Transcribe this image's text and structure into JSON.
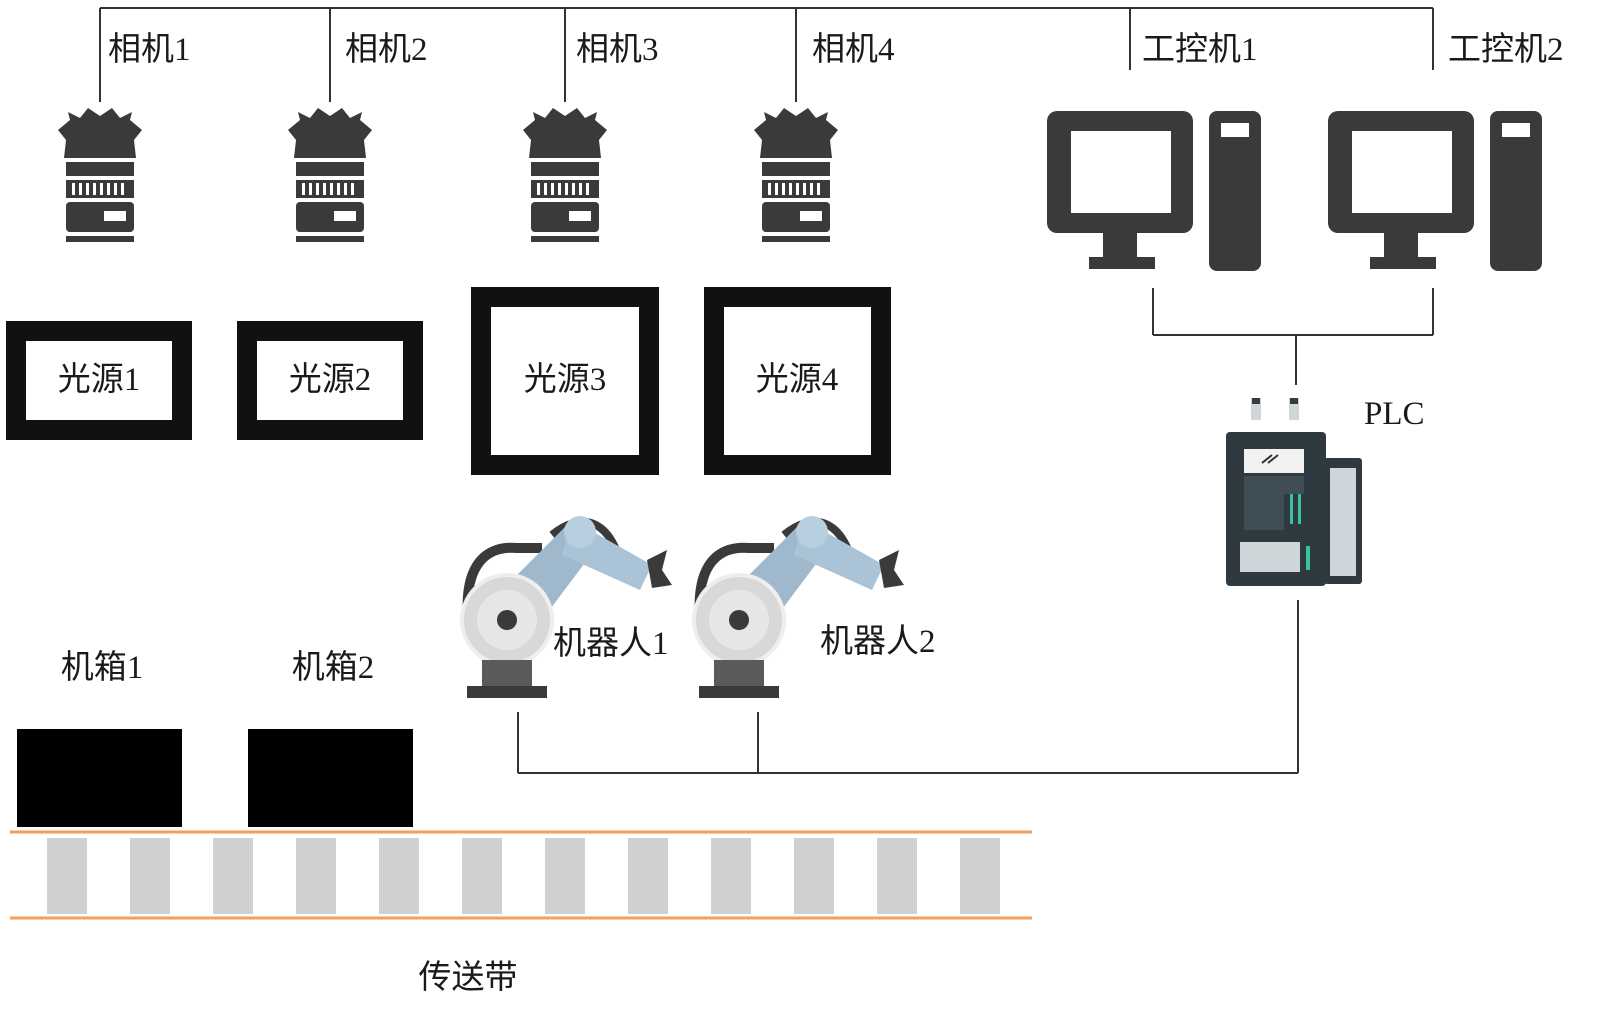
{
  "cameras": [
    {
      "label": "相机1"
    },
    {
      "label": "相机2"
    },
    {
      "label": "相机3"
    },
    {
      "label": "相机4"
    }
  ],
  "ipcs": [
    {
      "label": "工控机1"
    },
    {
      "label": "工控机2"
    }
  ],
  "light_sources": [
    {
      "label": "光源1"
    },
    {
      "label": "光源2"
    },
    {
      "label": "光源3"
    },
    {
      "label": "光源4"
    }
  ],
  "robots": [
    {
      "label": "机器人1"
    },
    {
      "label": "机器人2"
    }
  ],
  "boxes": [
    {
      "label": "机箱1"
    },
    {
      "label": "机箱2"
    }
  ],
  "plc": {
    "label": "PLC"
  },
  "conveyor": {
    "label": "传送带"
  },
  "colors": {
    "line": "#333333",
    "device": "#3a3a3a",
    "robot_arm": "#9fb8cc",
    "conveyor_rail": "#f0a060",
    "roller": "#d0d0d0",
    "plc_body": "#2f3a40"
  }
}
